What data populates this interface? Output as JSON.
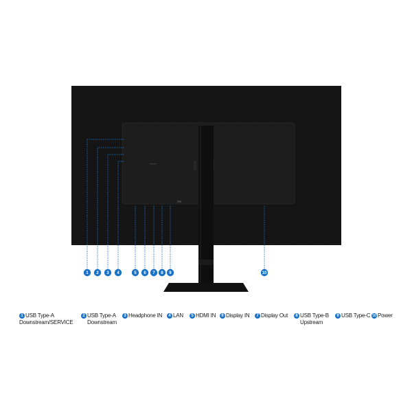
{
  "callouts": [
    {
      "num": "1",
      "label_line1": "USB Type-A",
      "label_line2": "Downstream/SERVICE"
    },
    {
      "num": "2",
      "label_line1": "USB Type-A",
      "label_line2": "Downstream"
    },
    {
      "num": "3",
      "label_line1": "Headphone IN",
      "label_line2": ""
    },
    {
      "num": "4",
      "label_line1": "LAN",
      "label_line2": ""
    },
    {
      "num": "5",
      "label_line1": "HDMI IN",
      "label_line2": ""
    },
    {
      "num": "6",
      "label_line1": "Display IN",
      "label_line2": ""
    },
    {
      "num": "7",
      "label_line1": "Display Out",
      "label_line2": ""
    },
    {
      "num": "8",
      "label_line1": "USB Type-B",
      "label_line2": "Upstream"
    },
    {
      "num": "9",
      "label_line1": "USB Type-C",
      "label_line2": ""
    },
    {
      "num": "10",
      "label_line1": "Power",
      "label_line2": ""
    }
  ],
  "colors": {
    "accent": "#1b72c9",
    "monitor": "#141414",
    "panel": "#1e1e1e"
  }
}
